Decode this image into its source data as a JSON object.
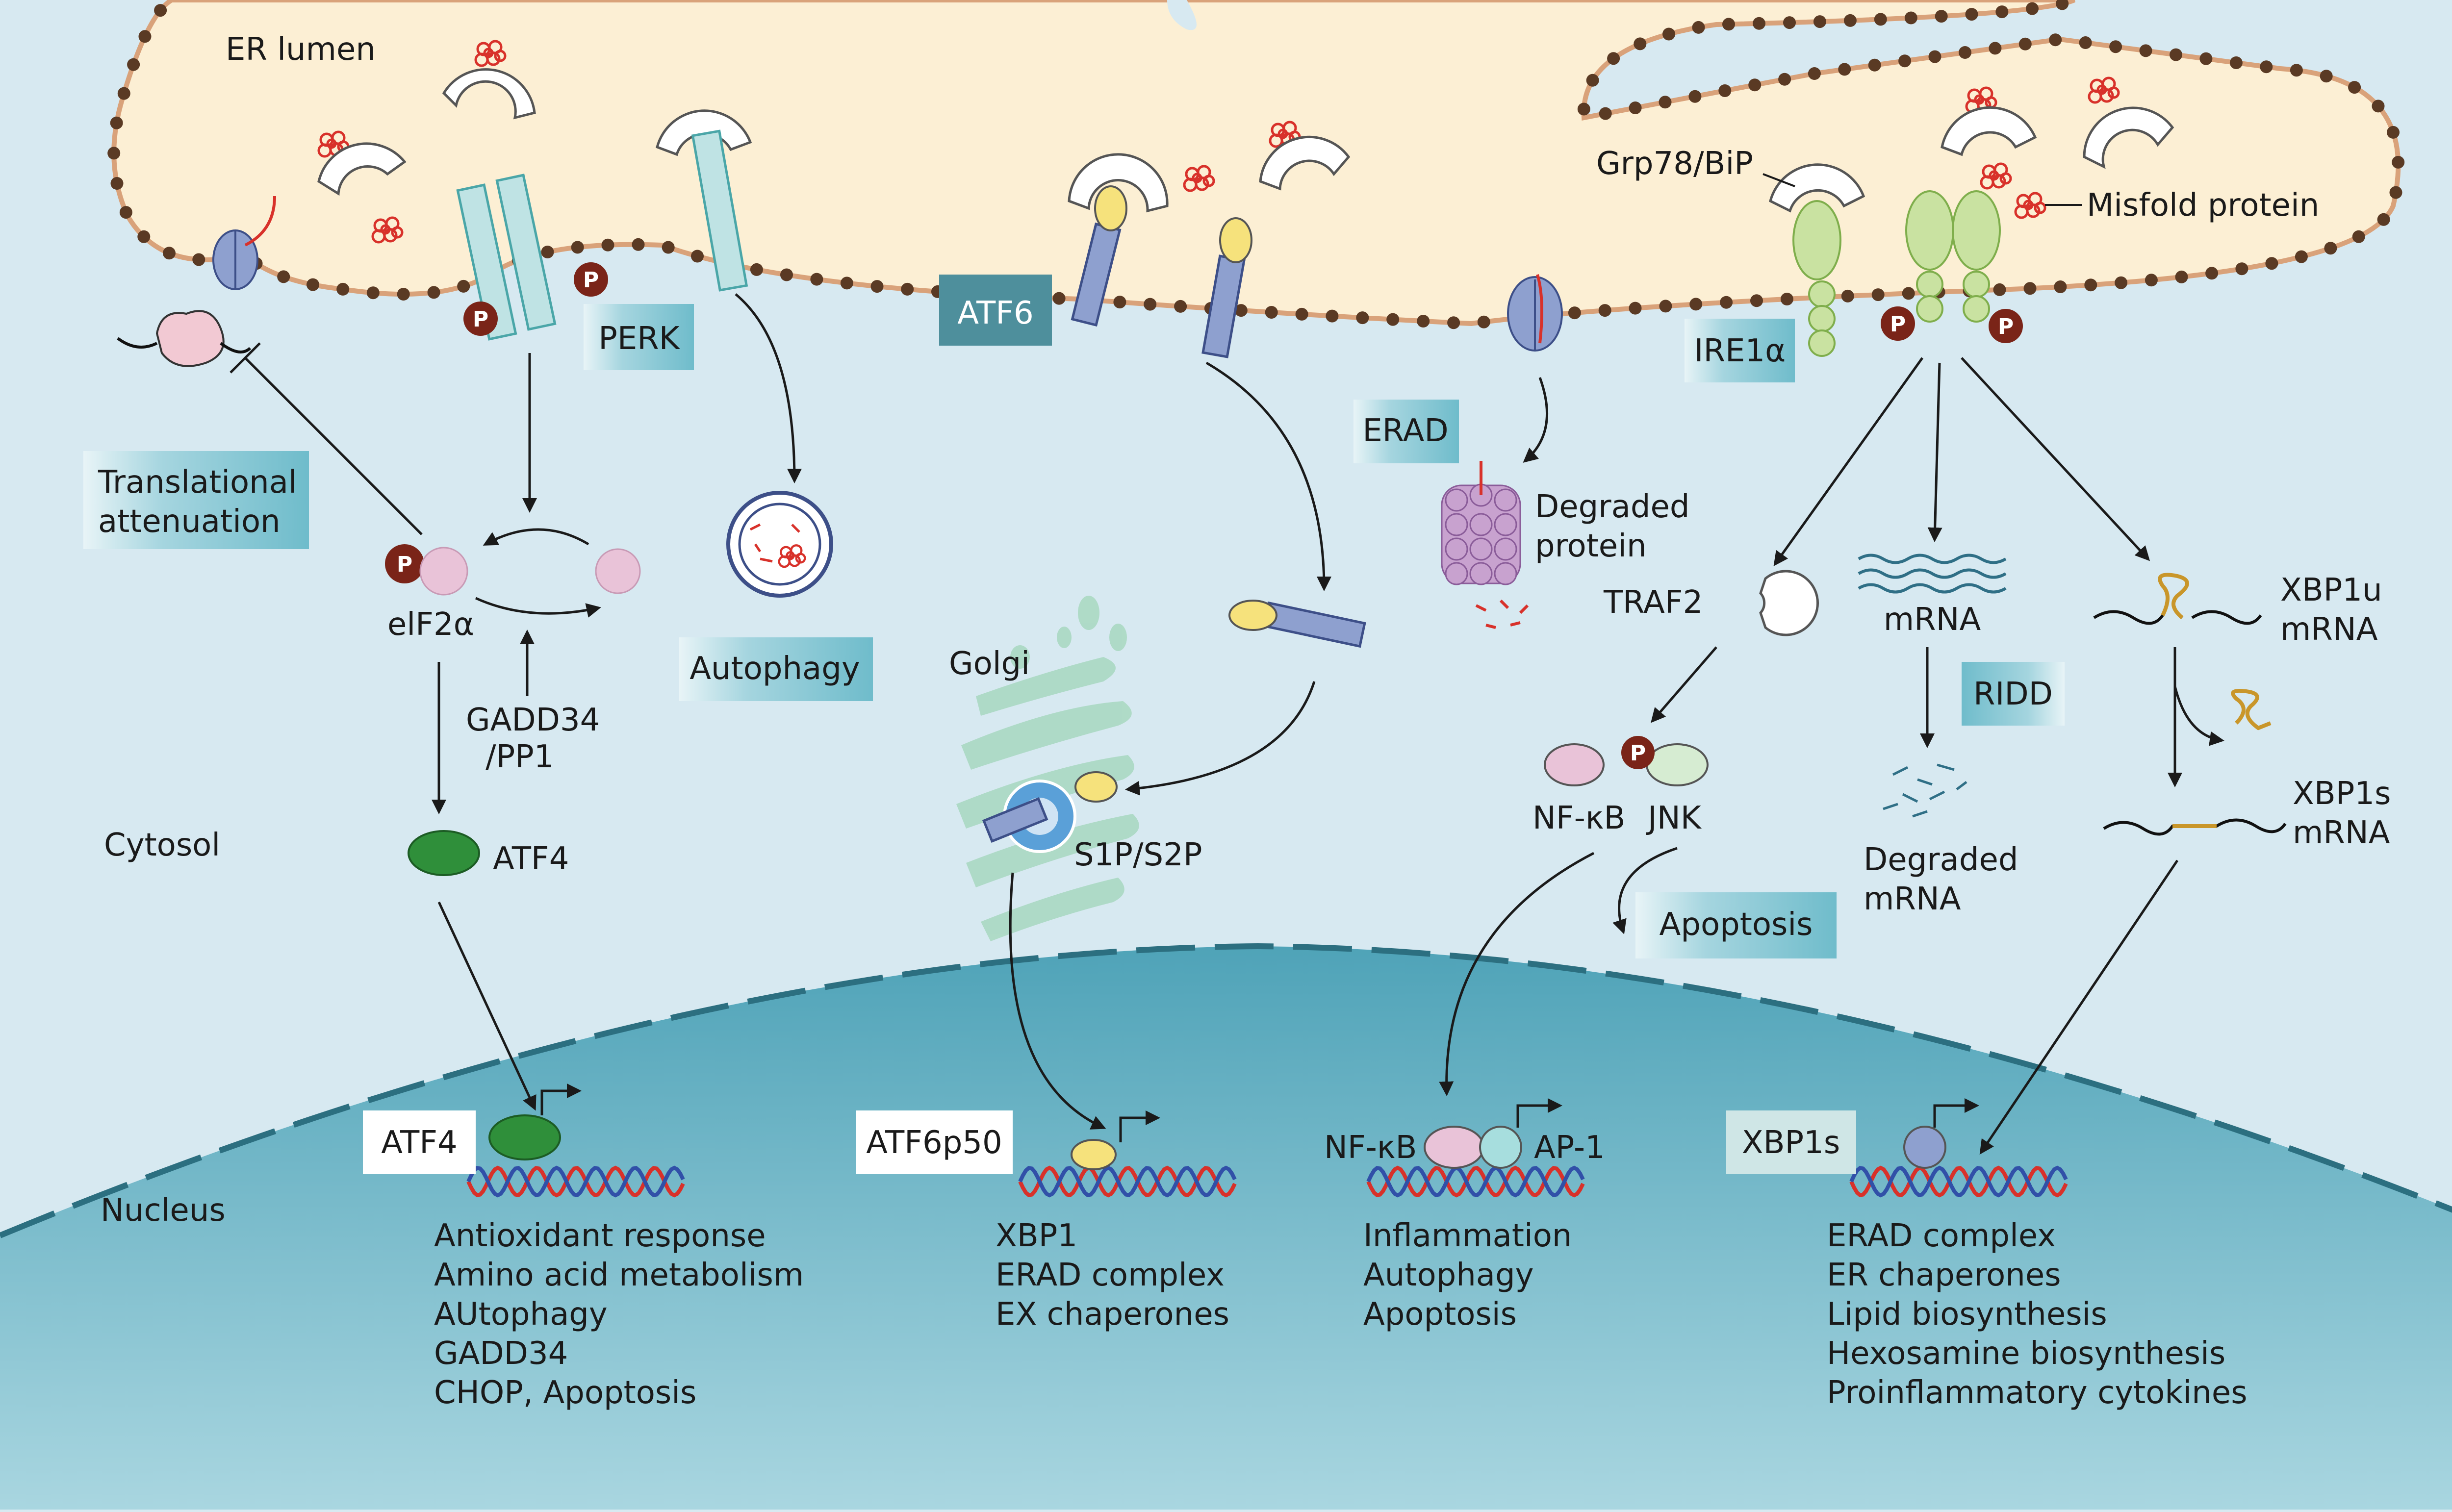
{
  "compartments": {
    "er_lumen": "ER lumen",
    "cytosol": "Cytosol",
    "nucleus": "Nucleus",
    "golgi": "Golgi"
  },
  "sensors": {
    "perk": "PERK",
    "atf6": "ATF6",
    "ire1": "IRE1α",
    "erad": "ERAD"
  },
  "labels": {
    "grp78": "Grp78/BiP",
    "misfold": "Misfold protein",
    "translational_1": "Translational",
    "translational_2": "attenuation",
    "eif2a": "elF2α",
    "gadd34_1": "GADD34",
    "gadd34_2": "/PP1",
    "atf4": "ATF4",
    "autophagy": "Autophagy",
    "s1p_s2p": "S1P/S2P",
    "degraded_protein_1": "Degraded",
    "degraded_protein_2": "protein",
    "traf2": "TRAF2",
    "nfkb": "NF-κB",
    "jnk": "JNK",
    "apoptosis": "Apoptosis",
    "mrna": "mRNA",
    "ridd": "RIDD",
    "degraded_mrna_1": "Degraded",
    "degraded_mrna_2": "mRNA",
    "xbp1u_1": "XBP1u",
    "xbp1u_2": "mRNA",
    "xbp1s_1": "XBP1s",
    "xbp1s_2": "mRNA",
    "phospho": "P"
  },
  "nuclear": {
    "atf4": {
      "label": "ATF4",
      "targets": [
        "Antioxidant response",
        "Amino acid metabolism",
        "AUtophagy",
        "GADD34",
        "CHOP, Apoptosis"
      ]
    },
    "atf6p50": {
      "label": "ATF6p50",
      "targets": [
        "XBP1",
        "ERAD complex",
        "EX chaperones"
      ]
    },
    "nfkb_ap1": {
      "label_left": "NF-κB",
      "label_right": "AP-1",
      "targets": [
        "Inflammation",
        "Autophagy",
        "Apoptosis"
      ]
    },
    "xbp1s": {
      "label": "XBP1s",
      "targets": [
        "ERAD complex",
        "ER chaperones",
        "Lipid biosynthesis",
        "Hexosamine biosynthesis",
        "Proinflammatory cytokines"
      ]
    }
  },
  "colors": {
    "cytosol": "#d7e9f1",
    "er": "#fcefd4",
    "er_border": "#d9a27a",
    "er_dot": "#5a3a24",
    "nucleus_top": "#4fa3b8",
    "nucleus_bottom": "#a8d4de",
    "teal_box": "#8fcad6",
    "dark_teal_box": "#4e8f9c",
    "phospho": "#7a2418",
    "receptor_green": "#c9e2a1",
    "atf6_blue": "#8ea0cf",
    "yellow": "#f6e27c",
    "pink": "#e9c3d8",
    "misfold_red": "#d8312a",
    "dna_red": "#d8312a",
    "dna_blue": "#3150a8"
  }
}
